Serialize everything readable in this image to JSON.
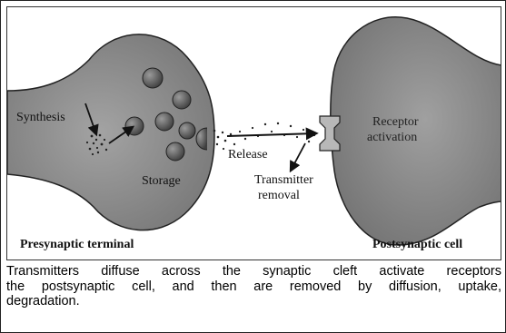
{
  "figure": {
    "labels": {
      "synthesis": "Synthesis",
      "storage": "Storage",
      "release": "Release",
      "receptor_line1": "Receptor",
      "receptor_line2": "activation",
      "transmitter_line1": "Transmitter",
      "transmitter_line2": "removal",
      "presynaptic": "Presynaptic terminal",
      "postsynaptic": "Postsynaptic cell"
    }
  },
  "caption": {
    "line1": "Transmitters diffuse across the synaptic cleft activate receptors",
    "line2": "the postsynaptic cell, and then are removed by diffusion, uptake,",
    "line3": "degradation."
  },
  "colors": {
    "cell_fill": "#8a8a8a",
    "vesicle_fill": "#5c5c5c",
    "outline": "#222222"
  }
}
